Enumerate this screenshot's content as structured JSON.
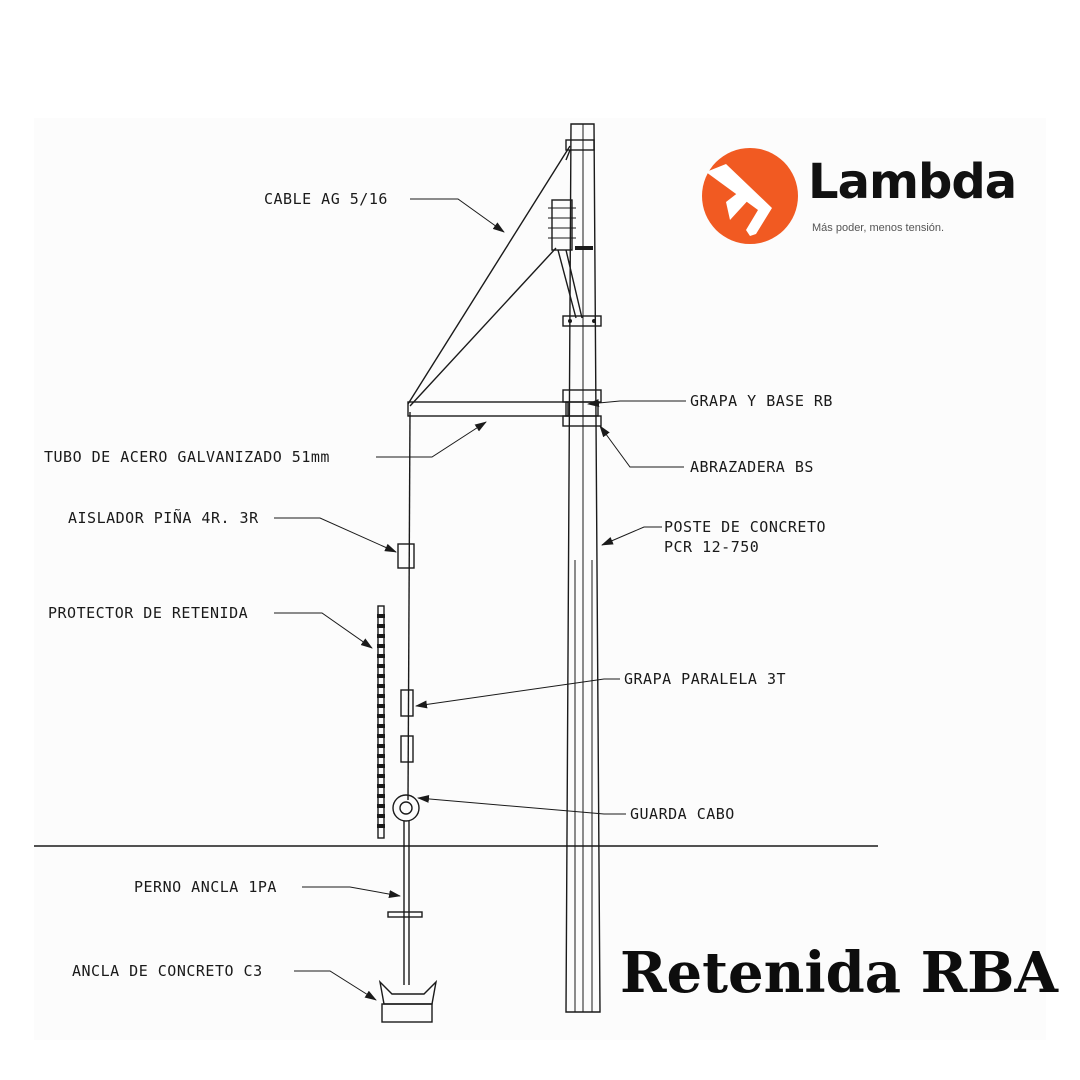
{
  "logo": {
    "brand_name": "Lambda",
    "tagline": "Más poder, menos tensión.",
    "accent_color": "#f15a22",
    "icon": "lambda-circle-icon"
  },
  "title": "Retenida RBA",
  "labels": {
    "cable": "CABLE AG 5/16",
    "grapa_base": "GRAPA Y BASE RB",
    "tubo": "TUBO DE ACERO GALVANIZADO 51mm",
    "abrazadera": "ABRAZADERA BS",
    "aislador": "AISLADOR PIÑA 4R. 3R",
    "poste_line1": "POSTE DE CONCRETO",
    "poste_line2": "PCR 12-750",
    "protector": "PROTECTOR DE RETENIDA",
    "grapa_paralela": "GRAPA PARALELA 3T",
    "guarda_cabo": "GUARDA CABO",
    "perno": "PERNO ANCLA 1PA",
    "ancla": "ANCLA DE CONCRETO C3"
  }
}
